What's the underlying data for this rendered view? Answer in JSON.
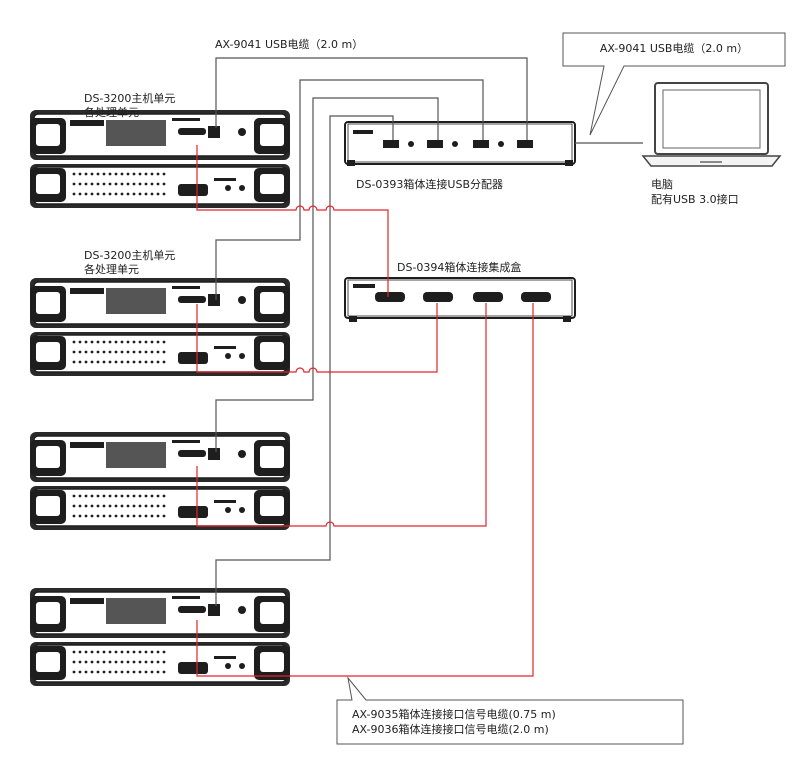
{
  "usb_cable_top": "AX-9041 USB电缆（2.0 m）",
  "usb_cable_callout": "AX-9041 USB电缆（2.0 m）",
  "host_unit_1": {
    "line1": "DS-3200主机单元",
    "line2": "各处理单元"
  },
  "host_unit_2": {
    "line1": "DS-3200主机单元",
    "line2": "各处理单元"
  },
  "usb_hub_label": "DS-0393箱体连接USB分配器",
  "connection_box_label": "DS-0394箱体连接集成盒",
  "pc": {
    "line1": "电脑",
    "line2": "配有USB 3.0接口"
  },
  "signal_cable_callout": {
    "line1": "AX-9035箱体连接接口信号电缆(0.75 m)",
    "line2": "AX-9036箱体连接接口信号电缆(2.0 m)"
  },
  "colors": {
    "signal_cable": "#e0262a",
    "usb_cable": "#555555",
    "device": "#1e1e1e"
  },
  "icons": [
    "host-unit-icon",
    "usb-hub-icon",
    "connection-box-icon",
    "laptop-icon"
  ]
}
